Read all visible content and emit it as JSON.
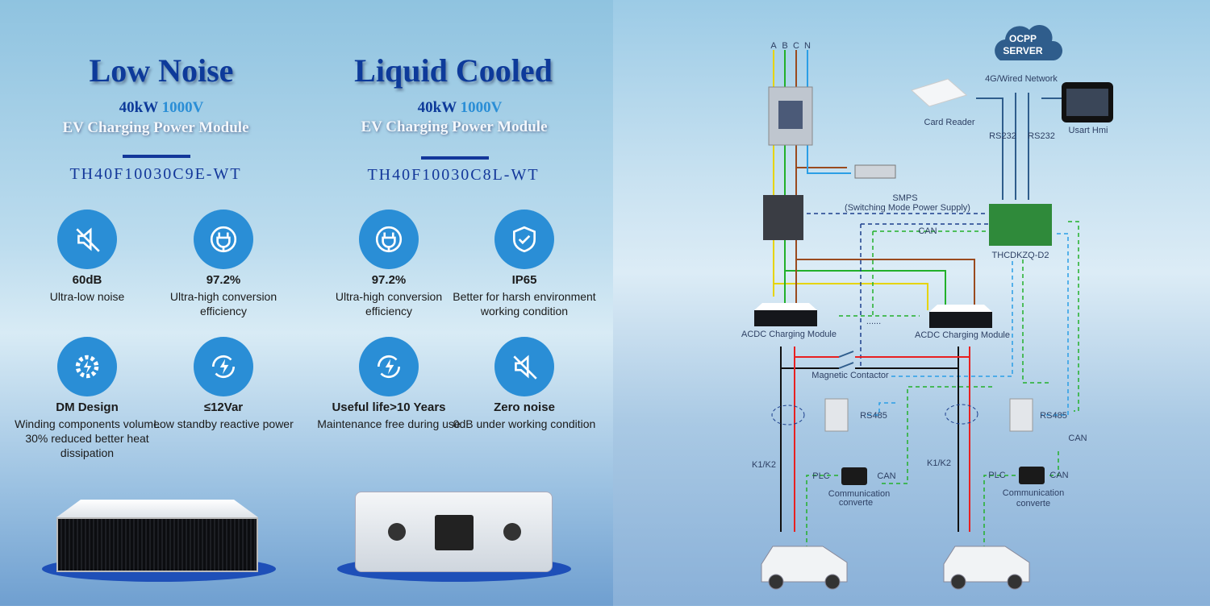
{
  "products": [
    {
      "title": "Low Noise",
      "spec_power": "40kW",
      "spec_voltage": "1000V",
      "subtitle": "EV Charging Power Module",
      "model": "TH40F10030C9E-WT",
      "features": [
        {
          "icon": "mute-speaker-icon",
          "value": "60dB",
          "desc": "Ultra-low noise"
        },
        {
          "icon": "plug-icon",
          "value": "97.2%",
          "desc": "Ultra-high conversion efficiency"
        },
        {
          "icon": "gear-icon",
          "value": "DM Design",
          "desc": "Winding components volume 30% reduced better heat dissipation"
        },
        {
          "icon": "cycle-bolt-icon",
          "value": "≤12Var",
          "desc": "Low standby reactive power"
        }
      ]
    },
    {
      "title": "Liquid Cooled",
      "spec_power": "40kW",
      "spec_voltage": "1000V",
      "subtitle": "EV Charging Power Module",
      "model": "TH40F10030C8L-WT",
      "features": [
        {
          "icon": "plug-icon",
          "value": "97.2%",
          "desc": "Ultra-high conversion efficiency"
        },
        {
          "icon": "shield-check-icon",
          "value": "IP65",
          "desc": "Better for harsh environment working condition"
        },
        {
          "icon": "cycle-bolt-icon",
          "value": "Useful life>10 Years",
          "desc": "Maintenance free during use"
        },
        {
          "icon": "mute-speaker-icon",
          "value": "Zero noise",
          "desc": "0dB under working condition"
        }
      ]
    }
  ],
  "diagram": {
    "phases": [
      "A",
      "B",
      "C",
      "N"
    ],
    "server": [
      "OCPP",
      "SERVER"
    ],
    "network": "4G/Wired Network",
    "card_reader": "Card Reader",
    "hmi": "Usart Hmi",
    "rs232": "RS232",
    "smps": "SMPS",
    "smps_full": "(Switching Mode Power Supply)",
    "controller": "THCDKZQ-D2",
    "can": "CAN",
    "module": "ACDC Charging Module",
    "ellipsis": "......",
    "contactor": "Magnetic Contactor",
    "rs485": "RS485",
    "k1k2": "K1/K2",
    "plc": "PLC",
    "converter": [
      "Communication",
      "converte"
    ],
    "colors": {
      "A": "#e6d400",
      "B": "#22b02a",
      "C": "#9a4a1e",
      "N": "#2a9ee6",
      "dc_pos": "#e82020",
      "dc_neg": "#111111"
    }
  }
}
